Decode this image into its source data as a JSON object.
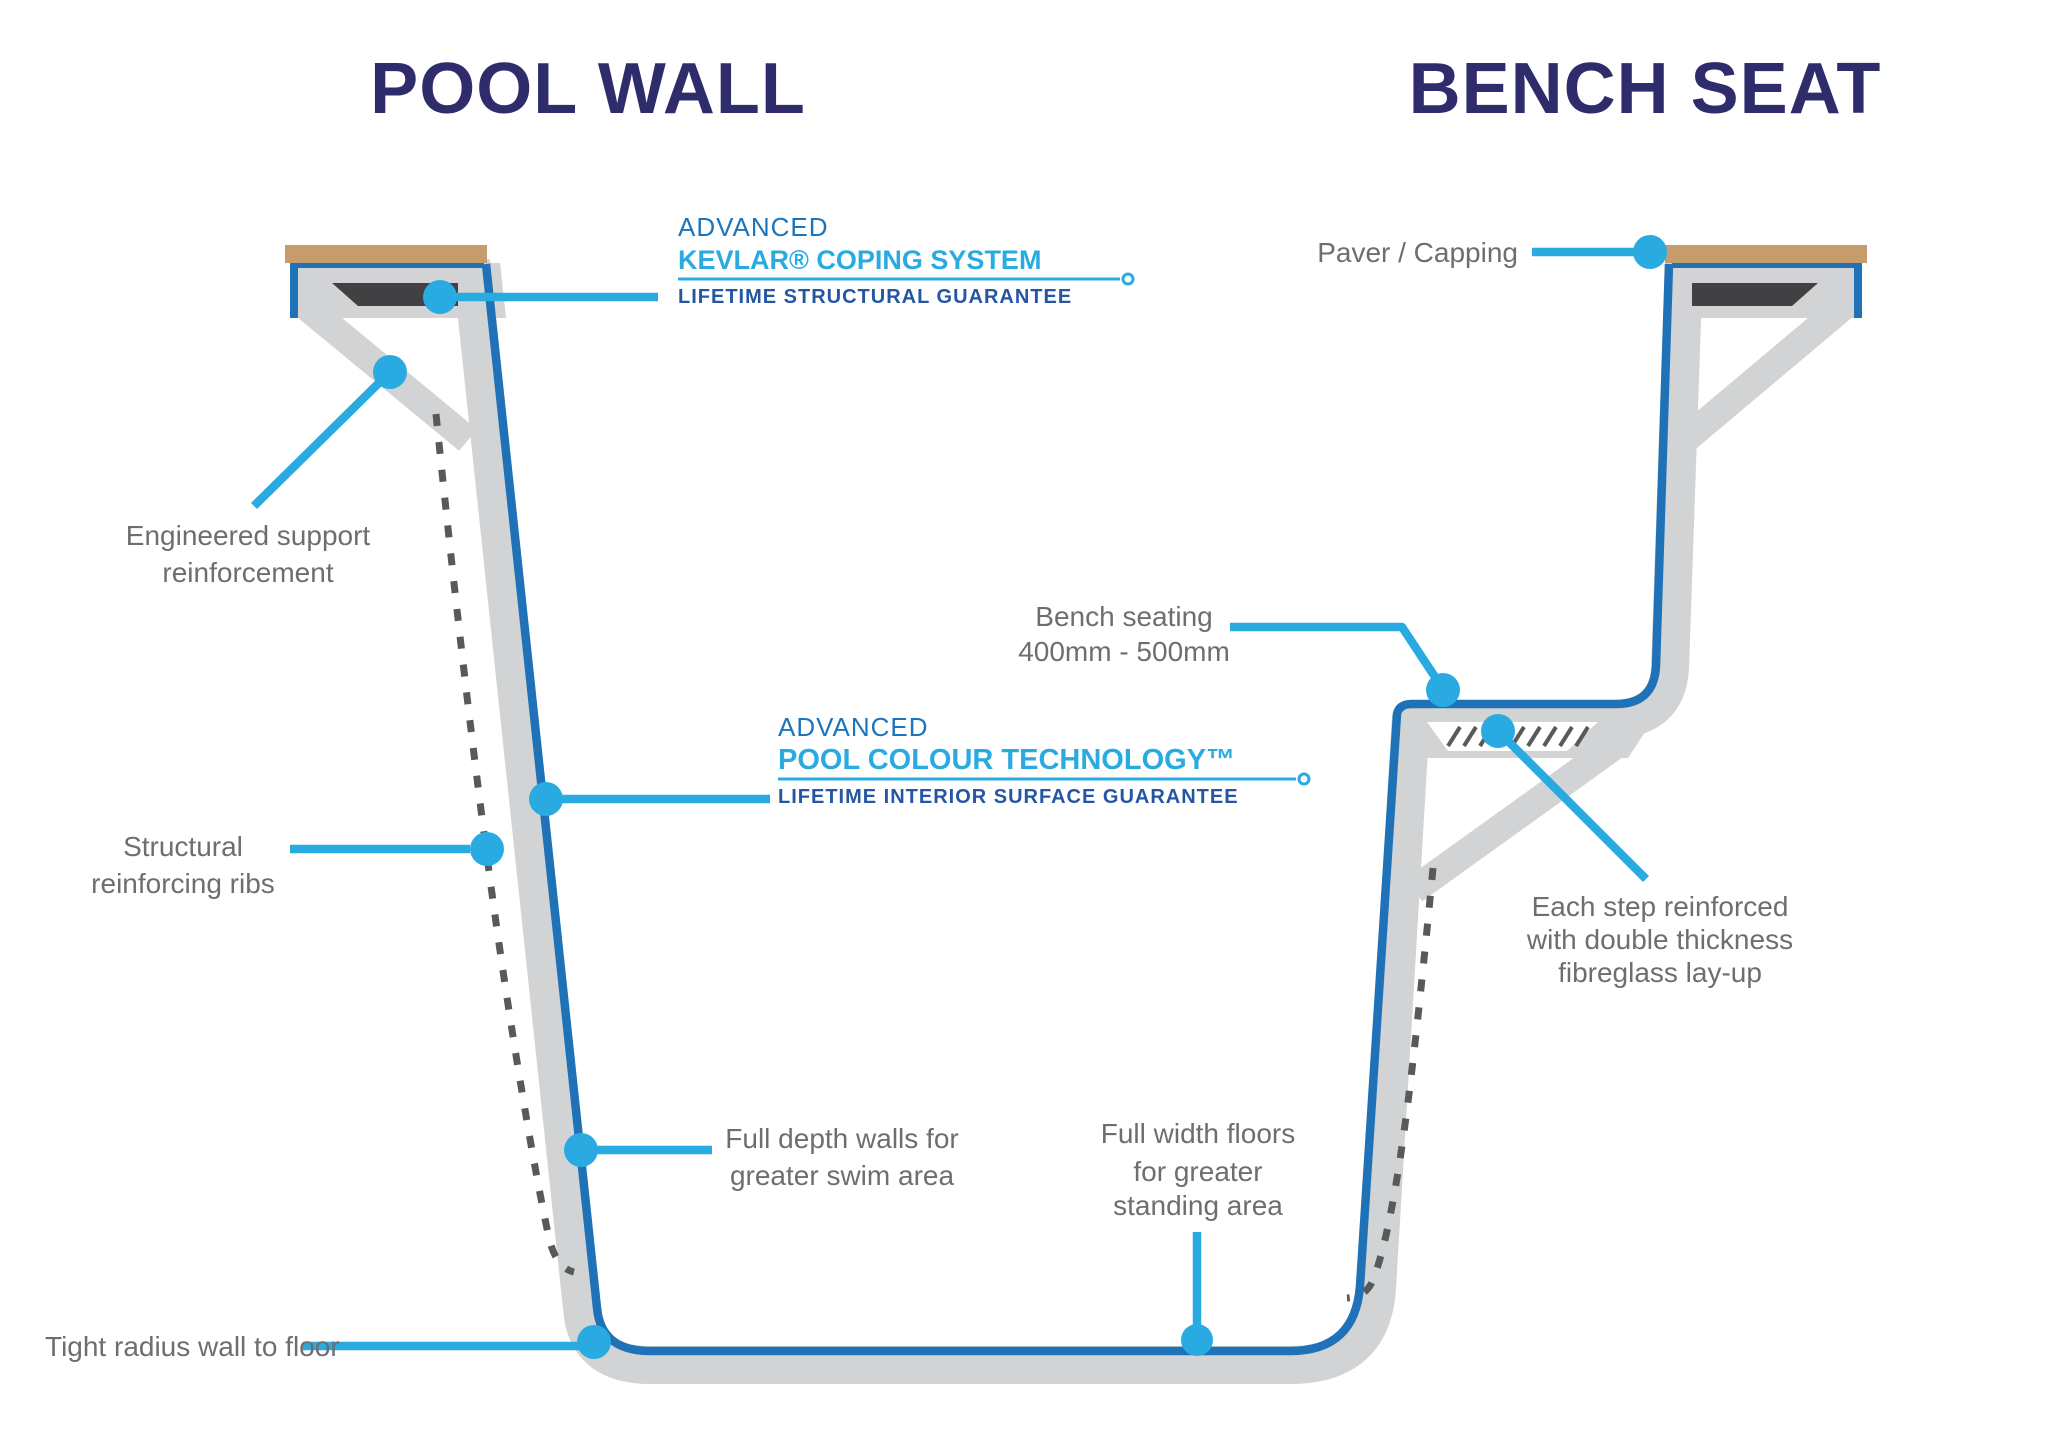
{
  "titles": {
    "left": "POOL WALL",
    "right": "BENCH SEAT"
  },
  "headings": {
    "kevlar": {
      "eyebrow": "ADVANCED",
      "title": "KEVLAR® COPING SYSTEM",
      "subtitle": "LIFETIME STRUCTURAL GUARANTEE"
    },
    "pool_colour": {
      "eyebrow": "ADVANCED",
      "title": "POOL COLOUR TECHNOLOGY™",
      "subtitle": "LIFETIME INTERIOR SURFACE GUARANTEE"
    }
  },
  "labels": {
    "engineered_support": {
      "line1": "Engineered support",
      "line2": "reinforcement"
    },
    "structural_ribs": {
      "line1": "Structural",
      "line2": "reinforcing ribs"
    },
    "full_depth_walls": {
      "line1": "Full depth walls for",
      "line2": "greater swim area"
    },
    "tight_radius": {
      "text": "Tight radius wall to floor"
    },
    "full_width_floors": {
      "line1": "Full width floors",
      "line2": "for greater",
      "line3": "standing area"
    },
    "bench_seating": {
      "line1": "Bench seating",
      "line2": "400mm - 500mm"
    },
    "each_step": {
      "line1": "Each step reinforced",
      "line2": "with double thickness",
      "line3": "fibreglass lay-up"
    },
    "paver_capping": {
      "text": "Paver / Capping"
    }
  },
  "colors": {
    "accent": "#29ABE2",
    "line_blue": "#1F72B8",
    "wall_gray": "#D1D3D4",
    "coping_dark": "#414042",
    "paver_tan": "#C69C6D",
    "navy": "#2E2C6B",
    "label_gray": "#6D6E71",
    "dash_gray": "#58595B",
    "blue_mid": "#1C75BC",
    "blue_deep": "#2456A4",
    "background": "#FFFFFF"
  }
}
